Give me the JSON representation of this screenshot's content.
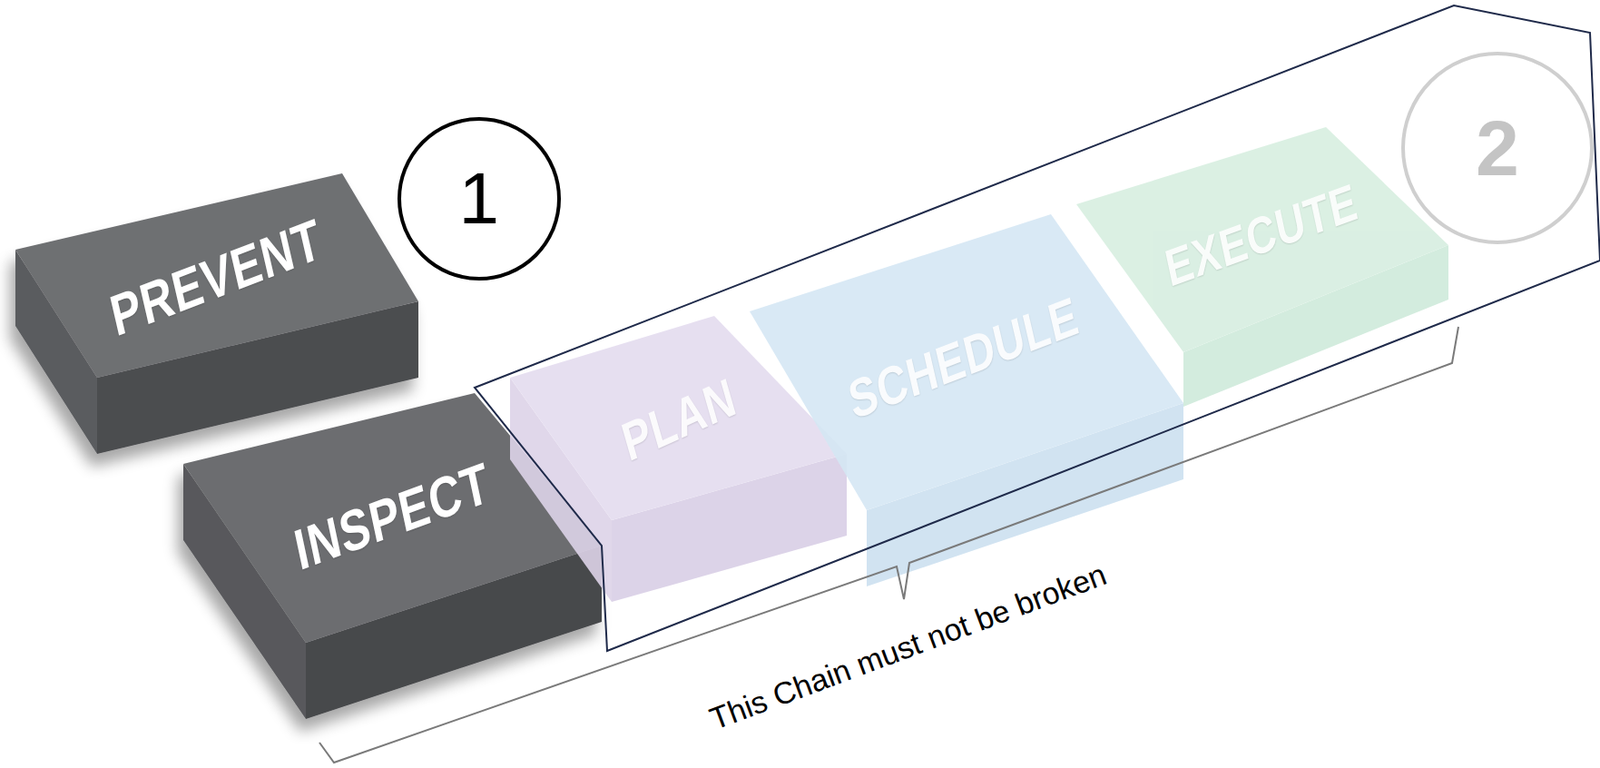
{
  "diagram": {
    "nodes": [
      {
        "text": [
          "PREVENT"
        ]
      },
      {
        "text": [
          "INSPECT"
        ]
      },
      {
        "text": [
          "PLAN"
        ]
      },
      {
        "text": [
          "SCHEDULE"
        ]
      },
      {
        "text": [
          "EXECUTE"
        ]
      }
    ],
    "labels": [
      "1",
      "2",
      "This Chain must not be broken"
    ]
  }
}
